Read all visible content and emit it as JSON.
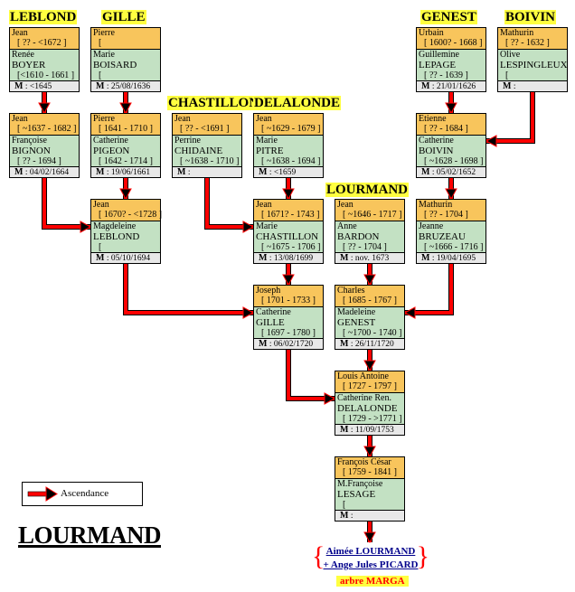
{
  "families": [
    "LEBLOND",
    "GILLE",
    "CHASTILLON",
    "DELALONDE",
    "LOURMAND",
    "GENEST",
    "BOIVIN"
  ],
  "couples": [
    {
      "husband": "Jean",
      "husband_dates": "[ ?? - <1672 ]",
      "wife_first": "Renée",
      "wife_last": "BOYER",
      "wife_dates": "[<1610 - 1661 ]",
      "marriage": ":  <1645"
    },
    {
      "husband": "Pierre",
      "husband_dates": "[",
      "wife_first": "Marie",
      "wife_last": "BOISARD",
      "wife_dates": "[",
      "marriage": ": 25/08/1636"
    },
    {
      "husband": "Urbain",
      "husband_dates": "[ 1600? - 1668 ]",
      "wife_first": "Guillemine",
      "wife_last": "LEPAGE",
      "wife_dates": "[ ?? - 1639 ]",
      "marriage": ": 21/01/1626"
    },
    {
      "husband": "Mathurin",
      "husband_dates": "[ ?? - 1632 ]",
      "wife_first": "Olive",
      "wife_last": "LESPINGLEUX",
      "wife_dates": "[",
      "marriage": ":"
    },
    {
      "husband": "Jean",
      "husband_dates": "[ ~1637 - 1682 ]",
      "wife_first": "Françoise",
      "wife_last": "BIGNON",
      "wife_dates": "[ ?? - 1694 ]",
      "marriage": ": 04/02/1664"
    },
    {
      "husband": "Pierre",
      "husband_dates": "[ 1641 - 1710 ]",
      "wife_first": "Catherine",
      "wife_last": "PIGEON",
      "wife_dates": "[ 1642 - 1714 ]",
      "marriage": ": 19/06/1661"
    },
    {
      "husband": "Jean",
      "husband_dates": "[ ?? - <1691 ]",
      "wife_first": "Perrine",
      "wife_last": "CHIDAINE",
      "wife_dates": "[ ~1638 - 1710 ]",
      "marriage": ":"
    },
    {
      "husband": "Jean",
      "husband_dates": "[ ~1629 - 1679 ]",
      "wife_first": "Marie",
      "wife_last": "PITRE",
      "wife_dates": "[ ~1638 - 1694 ]",
      "marriage": ": <1659"
    },
    {
      "husband": "Etienne",
      "husband_dates": "[ ?? - 1684 ]",
      "wife_first": "Catherine",
      "wife_last": "BOIVIN",
      "wife_dates": "[ ~1628 - 1698 ]",
      "marriage": ": 05/02/1652"
    },
    {
      "husband": "Jean",
      "husband_dates": "[ 1670? - <1728 ]",
      "wife_first": "Magdeleine",
      "wife_last": "LEBLOND",
      "wife_dates": "[",
      "marriage": ": 05/10/1694"
    },
    {
      "husband": "Jean",
      "husband_dates": "[ 1671? - 1743 ]",
      "wife_first": "Marie",
      "wife_last": "CHASTILLON",
      "wife_dates": "[ ~1675 - 1706 ]",
      "marriage": ": 13/08/1699"
    },
    {
      "husband": "Jean",
      "husband_dates": "[ ~1646 - 1717 ]",
      "wife_first": "Anne",
      "wife_last": "BARDON",
      "wife_dates": "[ ?? - 1704 ]",
      "marriage": ":  nov. 1673"
    },
    {
      "husband": "Mathurin",
      "husband_dates": "[ ?? - 1704 ]",
      "wife_first": "Jeanne",
      "wife_last": "BRUZEAU",
      "wife_dates": "[ ~1666 - 1716 ]",
      "marriage": ": 19/04/1695"
    },
    {
      "husband": "Joseph",
      "husband_dates": "[ 1701 - 1733 ]",
      "wife_first": "Catherine",
      "wife_last": "GILLE",
      "wife_dates": "[ 1697 - 1780 ]",
      "marriage": ": 06/02/1720"
    },
    {
      "husband": "Charles",
      "husband_dates": "[ 1685 - 1767 ]",
      "wife_first": "Madeleine",
      "wife_last": "GENEST",
      "wife_dates": "[ ~1700 - 1740 ]",
      "marriage": ": 26/11/1720"
    },
    {
      "husband": "Louis Antoine",
      "husband_dates": "[ 1727 - 1797 ]",
      "wife_first": "Catherine Ren.",
      "wife_last": "DELALONDE",
      "wife_dates": "[ 1729 - >1771 ]",
      "marriage": ": 11/09/1753"
    },
    {
      "husband": "François César",
      "husband_dates": "[ 1759 - 1841 ]",
      "wife_first": "M.Françoise",
      "wife_last": "LESAGE",
      "wife_dates": "[",
      "marriage": ":"
    }
  ],
  "marriage_label": "M",
  "legend": {
    "label": "Ascendance"
  },
  "title": "LOURMAND",
  "descendants": {
    "line1": "Aimée LOURMAND",
    "line2": "+ Ange Jules PICARD"
  },
  "footer": "arbre MARGA",
  "colors": {
    "husband_bg": "#f8c55c",
    "wife_bg": "#c3e1c3",
    "marriage_bg": "#e8e8e8",
    "arrow": "#ff0000",
    "family_bg": "#ffff40",
    "link": "#00008b"
  }
}
